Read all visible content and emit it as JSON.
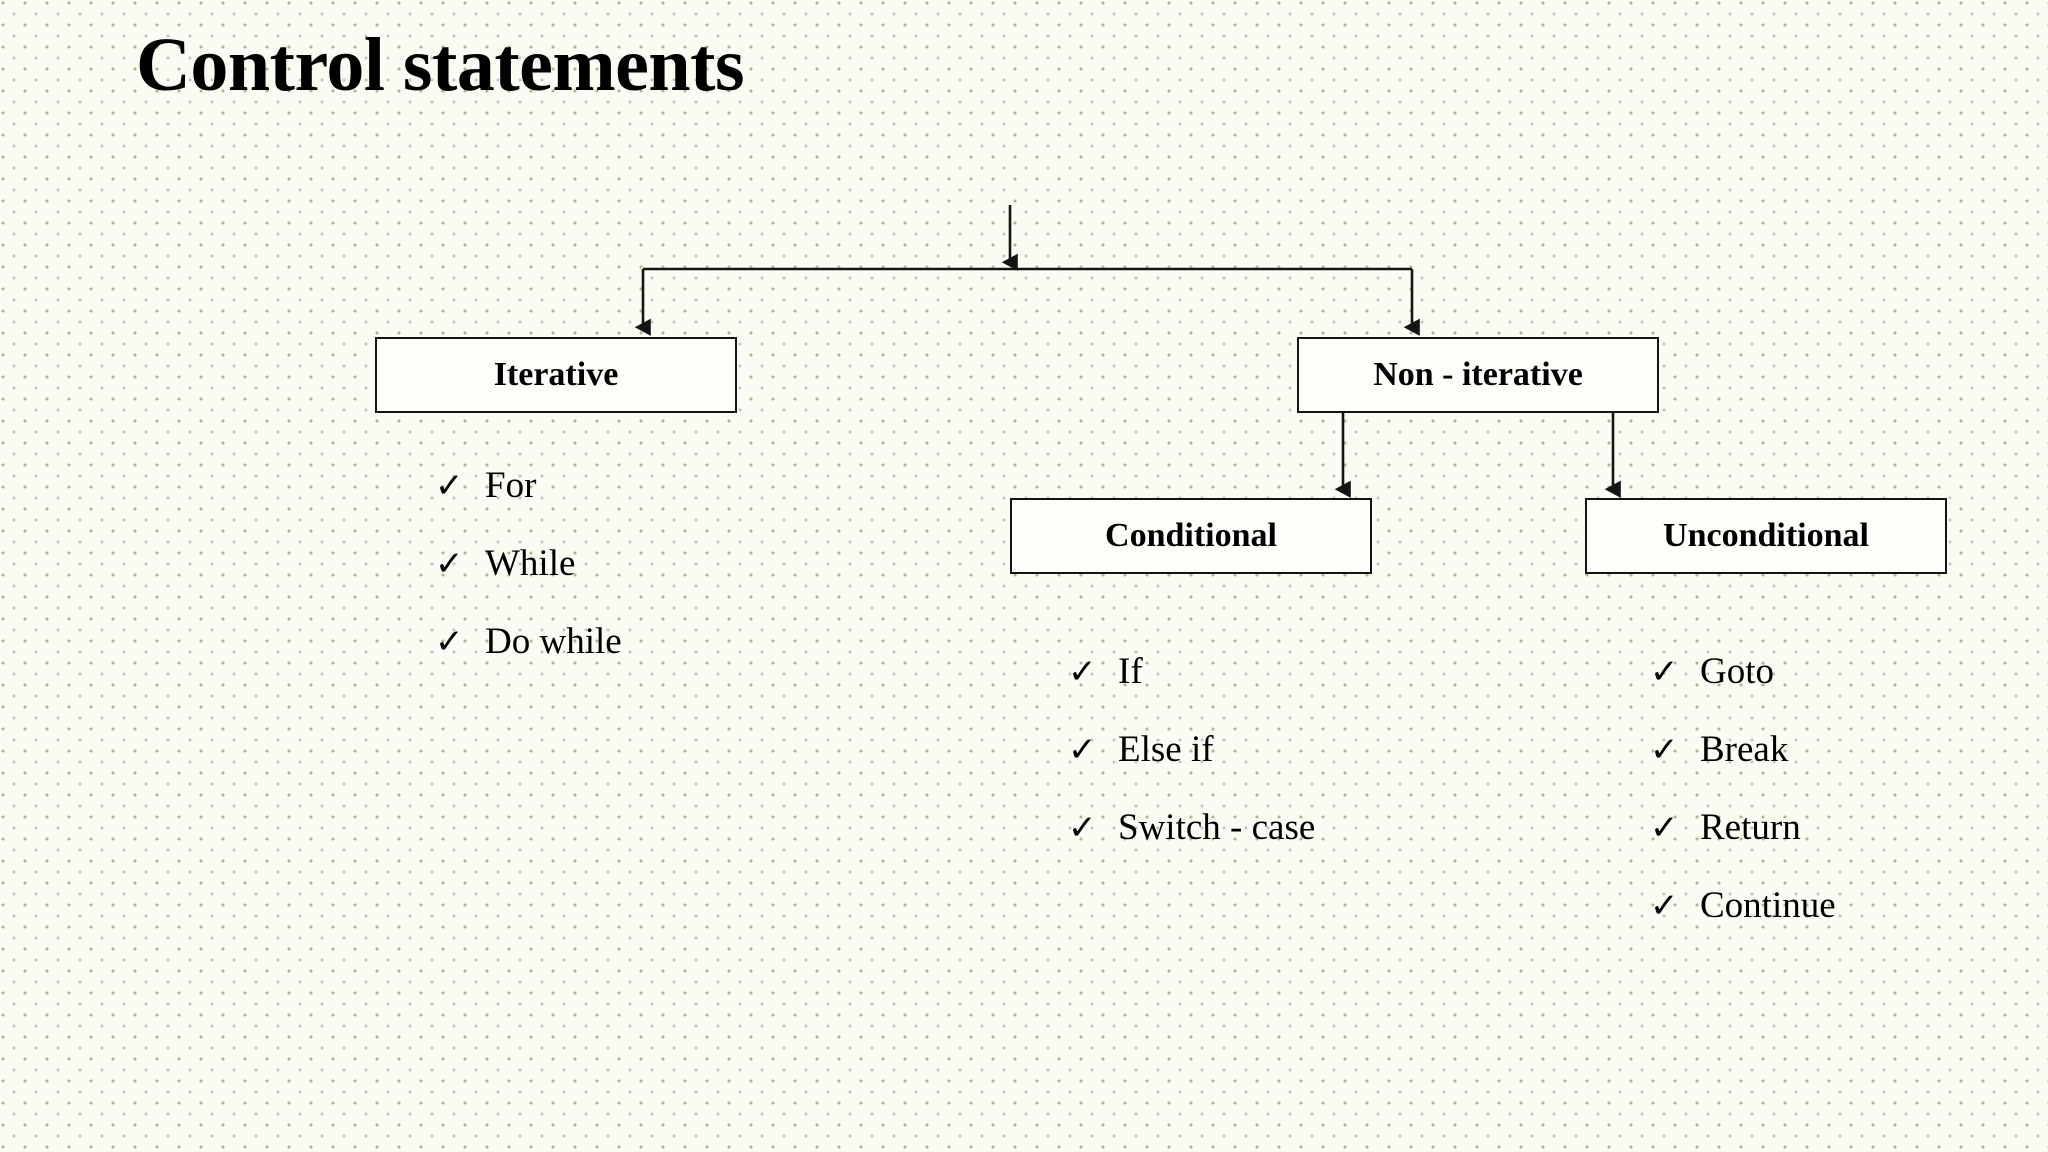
{
  "slide": {
    "title": "Control statements",
    "background_color": "#fbfbf4",
    "dot_colors": [
      "#96945f",
      "#9696a0"
    ],
    "ink_color": "#141414"
  },
  "diagram": {
    "type": "tree",
    "bullet_glyph": "✓",
    "nodes": [
      {
        "id": "iterative",
        "label": "Iterative"
      },
      {
        "id": "non-iterative",
        "label": "Non - iterative"
      },
      {
        "id": "conditional",
        "label": "Conditional"
      },
      {
        "id": "unconditional",
        "label": "Unconditional"
      }
    ],
    "lists": {
      "iterative": [
        "For",
        "While",
        "Do while"
      ],
      "conditional": [
        "If",
        "Else if",
        "Switch - case"
      ],
      "unconditional": [
        "Goto",
        "Break",
        "Return",
        "Continue"
      ]
    }
  }
}
